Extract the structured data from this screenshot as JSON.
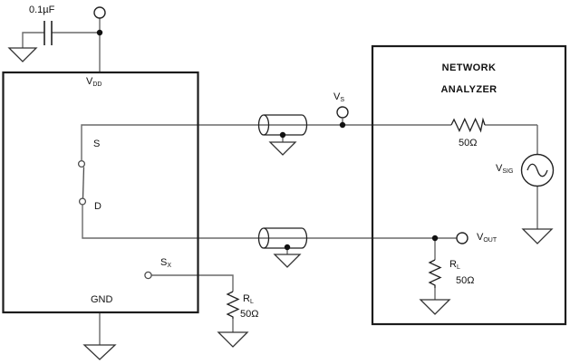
{
  "diagram_type": "switch-bandwidth-test-circuit",
  "colors": {
    "background": "#ffffff",
    "wire": "#6a6a6a",
    "component": "#222222",
    "box_border": "#1c1c1c",
    "text": "#111111"
  },
  "supply": {
    "capacitor_value": "0.1µF",
    "pin_main": "V",
    "pin_sub": "DD"
  },
  "dut": {
    "source_pin": "S",
    "drain_pin": "D",
    "select_pin_main": "S",
    "select_pin_sub": "X",
    "ground_pin": "GND"
  },
  "external_load": {
    "name_main": "R",
    "name_sub": "L",
    "value": "50Ω"
  },
  "source_node": {
    "main": "V",
    "sub": "S"
  },
  "output_node": {
    "main": "V",
    "sub": "OUT"
  },
  "network_analyzer": {
    "title_line1": "NETWORK",
    "title_line2": "ANALYZER",
    "source_resistance": "50Ω",
    "signal_source_main": "V",
    "signal_source_sub": "SIG",
    "load_name_main": "R",
    "load_name_sub": "L",
    "load_value": "50Ω"
  }
}
